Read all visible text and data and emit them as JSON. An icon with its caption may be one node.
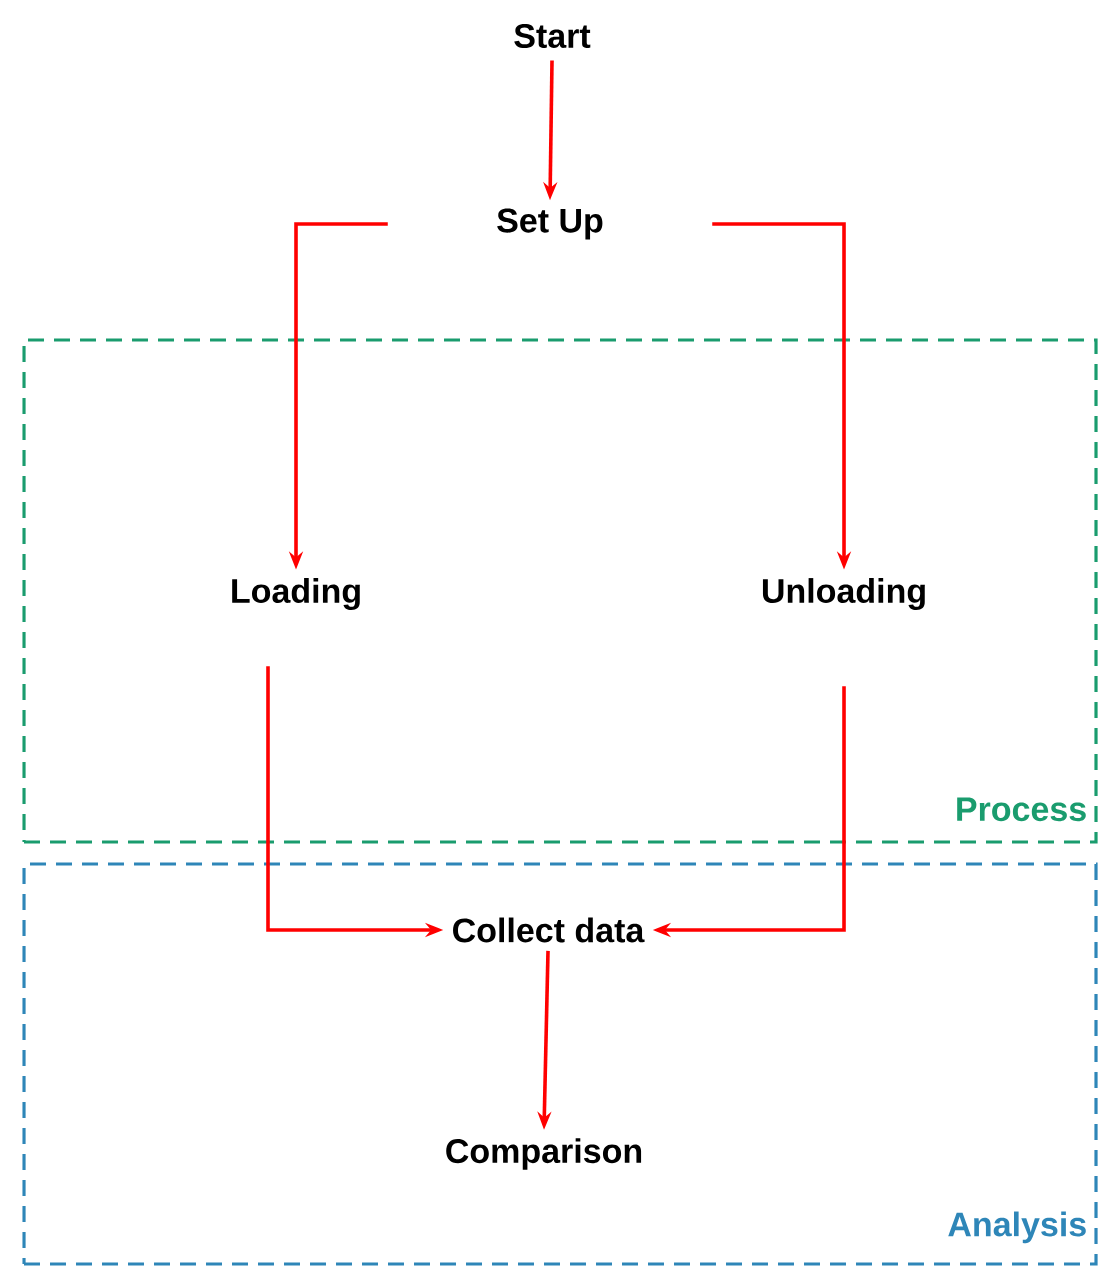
{
  "diagram": {
    "nodes": [
      {
        "text": [
          "Start"
        ]
      },
      {
        "text": [
          "Set Up"
        ]
      },
      {
        "text": [
          "Process"
        ]
      },
      {
        "text": [
          "Loading"
        ],
        "in": 2
      },
      {
        "text": [
          "Unloading"
        ],
        "in": 2
      },
      {
        "text": [
          "Analysis"
        ]
      },
      {
        "text": [
          "Collect data"
        ],
        "in": 5
      },
      {
        "text": [
          "Comparison"
        ],
        "in": 5
      }
    ],
    "edges": [
      {
        "from": 0,
        "to": 1,
        "arrow": "to"
      },
      {
        "from": 1,
        "to": 3,
        "arrow": "to"
      },
      {
        "from": 1,
        "to": 4,
        "arrow": "to"
      },
      {
        "from": 3,
        "to": 6,
        "arrow": "to"
      },
      {
        "from": 4,
        "to": 6,
        "arrow": "to"
      },
      {
        "from": 6,
        "to": 7,
        "arrow": "to"
      }
    ]
  }
}
